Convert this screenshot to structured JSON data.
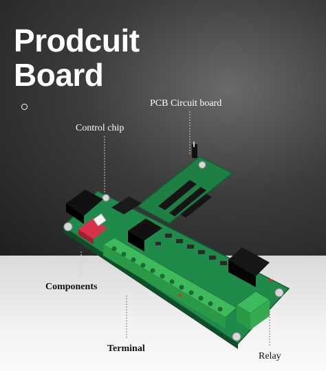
{
  "title": {
    "line1": "Prodcuit",
    "line2": "Board"
  },
  "callouts": {
    "pcb": "PCB Circuit board",
    "control_chip": "Control chip",
    "components": "Components",
    "terminal": "Terminal",
    "relay": "Relay"
  },
  "colors": {
    "board_green": "#1f8a4a",
    "terminal_green": "#3dbb5c",
    "dark_bg": "#2e2e2e",
    "light_bg": "#f0f0f0"
  }
}
